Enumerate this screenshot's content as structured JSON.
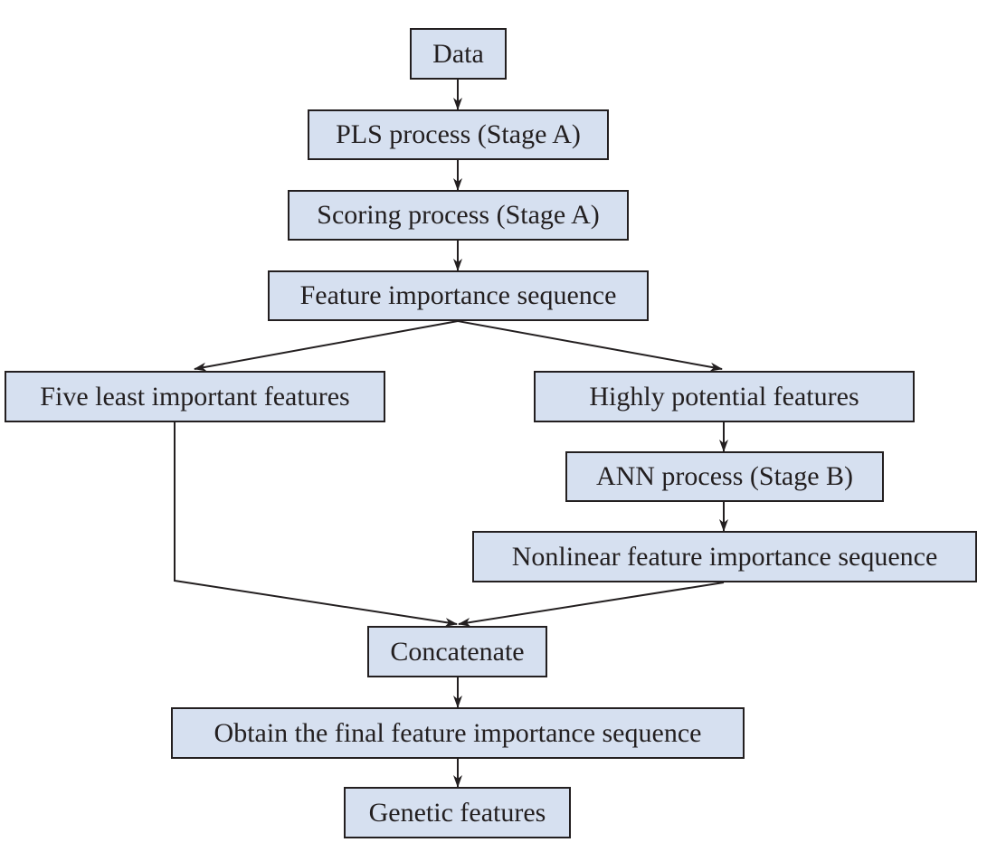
{
  "nodes": {
    "data": "Data",
    "pls": "PLS process (Stage A)",
    "scoring": "Scoring process (Stage A)",
    "feature_importance": "Feature importance sequence",
    "five_least": "Five least important features",
    "highly_potential": "Highly potential features",
    "ann": "ANN process (Stage B)",
    "nonlinear": "Nonlinear feature importance sequence",
    "concatenate": "Concatenate",
    "final": "Obtain the final feature importance sequence",
    "genetic": "Genetic features"
  },
  "colors": {
    "box_fill": "#d6e0f0",
    "stroke": "#231f20",
    "text": "#231f20"
  },
  "edges": [
    {
      "from": "data",
      "to": "pls"
    },
    {
      "from": "pls",
      "to": "scoring"
    },
    {
      "from": "scoring",
      "to": "feature_importance"
    },
    {
      "from": "feature_importance",
      "to": "five_least"
    },
    {
      "from": "feature_importance",
      "to": "highly_potential"
    },
    {
      "from": "highly_potential",
      "to": "ann"
    },
    {
      "from": "ann",
      "to": "nonlinear"
    },
    {
      "from": "five_least",
      "to": "concatenate"
    },
    {
      "from": "nonlinear",
      "to": "concatenate"
    },
    {
      "from": "concatenate",
      "to": "final"
    },
    {
      "from": "final",
      "to": "genetic"
    }
  ]
}
